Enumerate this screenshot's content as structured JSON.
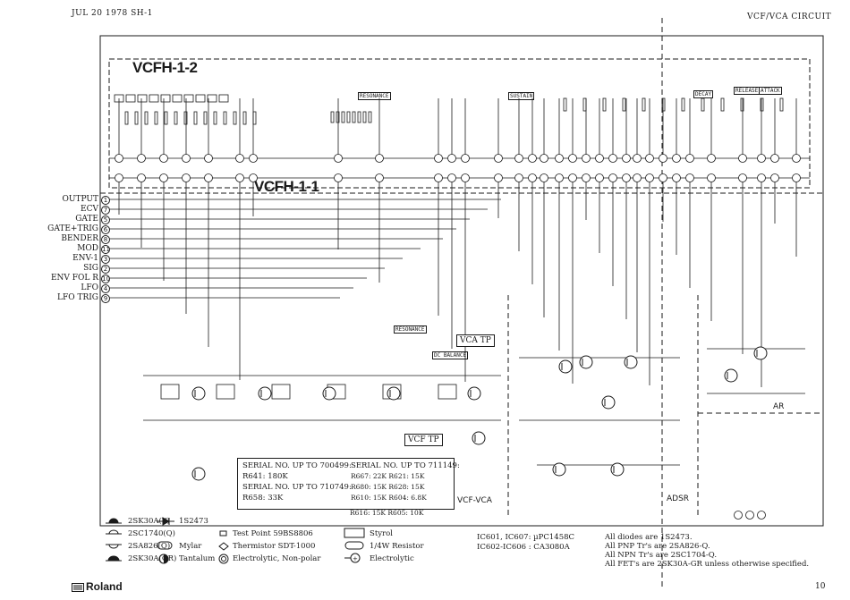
{
  "header": {
    "date_label": "JUL 20 1978 SH-1",
    "title": "VCF/VCA CIRCUIT"
  },
  "boards": {
    "upper": "VCFH-1-2",
    "lower": "VCFH-1-1"
  },
  "inputs": [
    {
      "name": "OUTPUT",
      "pin": "1"
    },
    {
      "name": "ECV",
      "pin": "7"
    },
    {
      "name": "GATE",
      "pin": "5"
    },
    {
      "name": "GATE+TRIG",
      "pin": "6"
    },
    {
      "name": "BENDER",
      "pin": "8"
    },
    {
      "name": "MOD",
      "pin": "11"
    },
    {
      "name": "ENV-1",
      "pin": "3"
    },
    {
      "name": "SIG",
      "pin": "2"
    },
    {
      "name": "ENV FOL R",
      "pin": "10"
    },
    {
      "name": "LFO",
      "pin": "4"
    },
    {
      "name": "LFO TRIG",
      "pin": "9"
    }
  ],
  "panel_labels": [
    "RESONANCE",
    "SUSTAIN",
    "RELEASE",
    "ATTACK",
    "DECAY",
    "RESONANCE",
    "DC BALANCE",
    "VCA TP",
    "VCF TP",
    "AR",
    "ADSR",
    "VCF-VCA"
  ],
  "serial_table": {
    "col1": [
      "SERIAL NO. UP TO 700499:",
      "R641: 180K",
      "SERIAL NO. UP TO 710749:",
      "R658: 33K"
    ],
    "col2_head": "SERIAL NO. UP TO 711149:",
    "col2": [
      "R667: 22K   R621: 15K",
      "R680: 15K   R628: 15K",
      "R610: 15K   R604: 6.8K",
      "R616: 15K   R605: 10K"
    ]
  },
  "legend": {
    "transistors": [
      "2SK30A(Y)",
      "2SC1740(Q)",
      "2SA826(Q)",
      "2SK30A(GR)"
    ],
    "components": [
      "1S2473",
      "Mylar",
      "Tantalum",
      "Test Point 59BS8806",
      "Thermistor SDT-1000",
      "Electrolytic, Non-polar",
      "Styrol",
      "1/4W Resistor",
      "Electrolytic"
    ],
    "ics": [
      "IC601, IC607: µPC1458C",
      "IC602-IC606 : CA3080A"
    ]
  },
  "notes": [
    "All diodes are 1S2473.",
    "All PNP Tr's are 2SA826-Q.",
    "All NPN Tr's are 2SC1704-Q.",
    "All FET's are 2SK30A-GR unless otherwise specified."
  ],
  "footer": {
    "brand": "Roland",
    "page": "10"
  },
  "colors": {
    "ink": "#1a1a1a",
    "paper": "#ffffff"
  }
}
